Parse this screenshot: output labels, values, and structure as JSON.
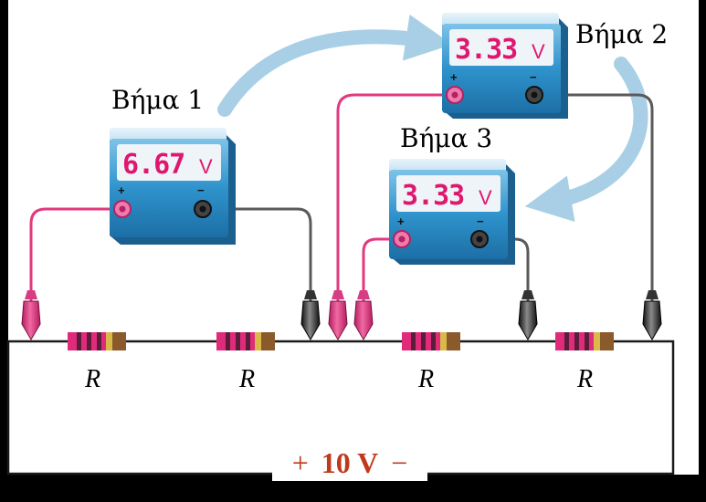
{
  "steps": [
    {
      "label": "Βήμα 1",
      "reading": "6.67",
      "unit": "V"
    },
    {
      "label": "Βήμα 2",
      "reading": "3.33",
      "unit": "V"
    },
    {
      "label": "Βήμα 3",
      "reading": "3.33",
      "unit": "V"
    }
  ],
  "resistors": [
    "R",
    "R",
    "R",
    "R"
  ],
  "battery": {
    "plus": "+",
    "voltage": "10 V",
    "minus": "−"
  },
  "meter_terminals": {
    "plus": "+",
    "minus": "−"
  },
  "colors": {
    "arrow": "#a9cfe6",
    "positive_lead": "#e2397f",
    "negative_lead": "#3a3a3a",
    "meter_body": "#2d8fc9",
    "display": "#e0176e",
    "battery_text": "#c0391b"
  }
}
